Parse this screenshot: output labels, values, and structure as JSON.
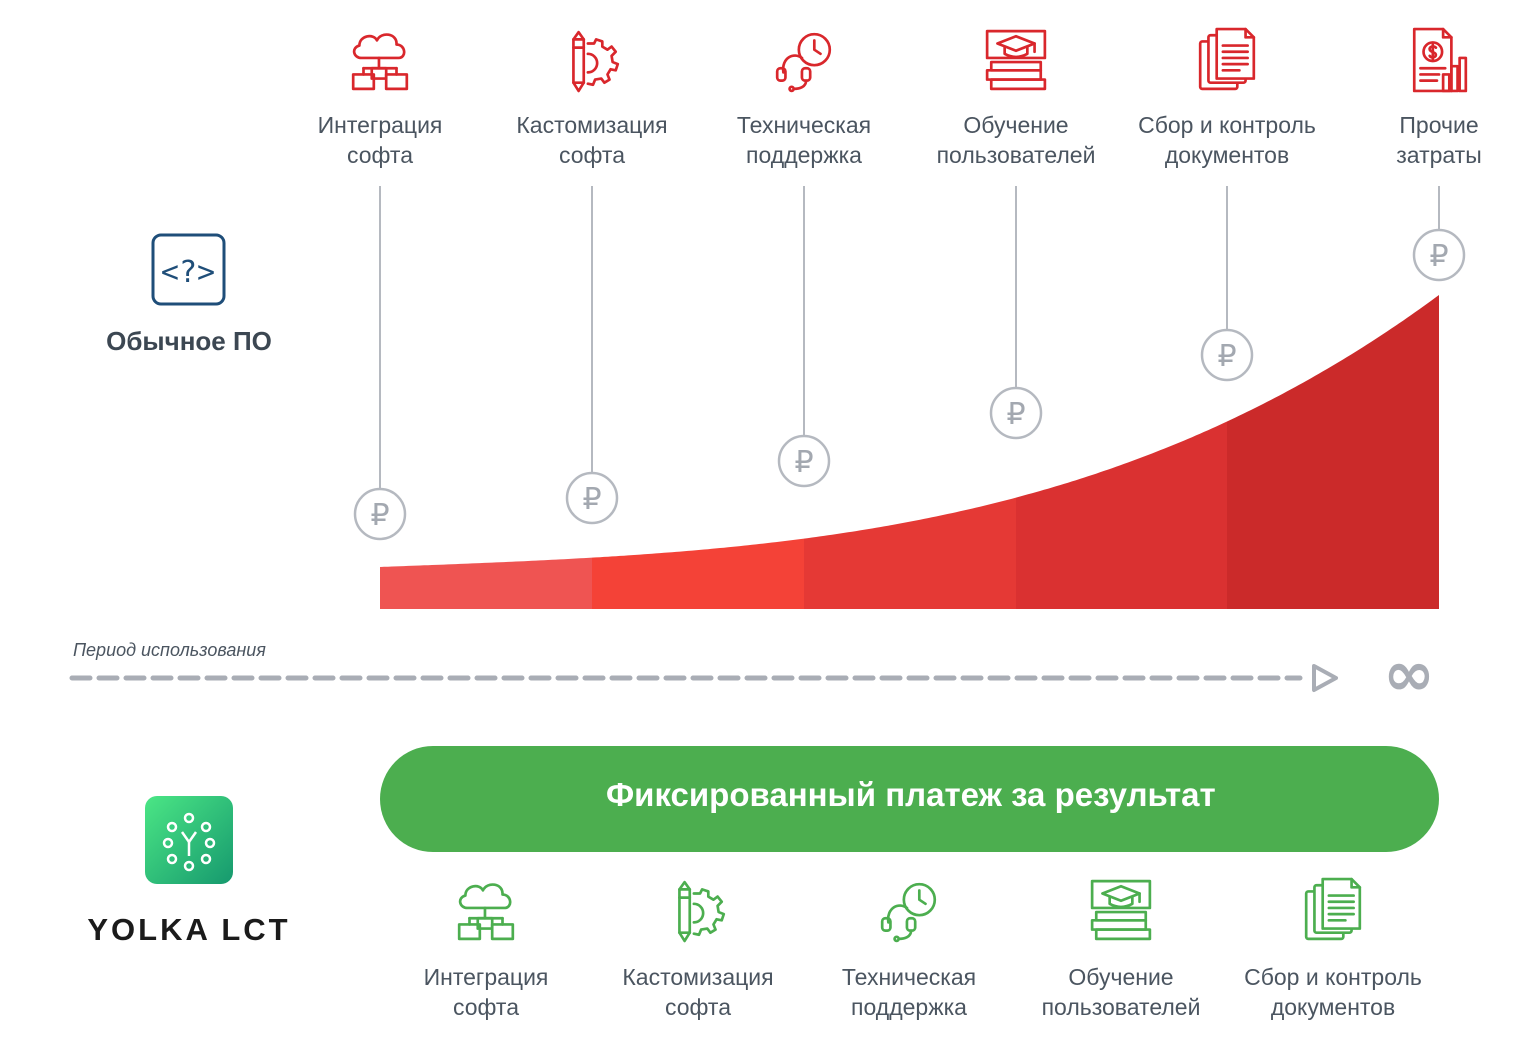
{
  "conventional": {
    "title": "Обычное ПО",
    "cost_items": [
      {
        "icon": "cloud-network-icon",
        "line1": "Интеграция",
        "line2": "софта"
      },
      {
        "icon": "pencil-gear-icon",
        "line1": "Кастомизация",
        "line2": "софта"
      },
      {
        "icon": "headset-clock-icon",
        "line1": "Техническая",
        "line2": "поддержка"
      },
      {
        "icon": "graduation-books-icon",
        "line1": "Обучение",
        "line2": "пользователей"
      },
      {
        "icon": "documents-icon",
        "line1": "Сбор и контроль",
        "line2": "документов"
      },
      {
        "icon": "money-report-icon",
        "line1": "Прочие",
        "line2": "затраты"
      }
    ],
    "currency_symbol": "₽",
    "colors": [
      "#ef5452",
      "#f44237",
      "#e53935",
      "#da3131",
      "#cb2a2a",
      "#c62828"
    ]
  },
  "timeline": {
    "label": "Период использования",
    "end_symbol": "∞"
  },
  "yolka": {
    "name": "YOLKA LCT",
    "payment_label": "Фиксированный платеж за результат",
    "color": "#4cae4f",
    "included_items": [
      {
        "icon": "cloud-network-icon",
        "line1": "Интеграция",
        "line2": "софта"
      },
      {
        "icon": "pencil-gear-icon",
        "line1": "Кастомизация",
        "line2": "софта"
      },
      {
        "icon": "headset-clock-icon",
        "line1": "Техническая",
        "line2": "поддержка"
      },
      {
        "icon": "graduation-books-icon",
        "line1": "Обучение",
        "line2": "пользователей"
      },
      {
        "icon": "documents-icon",
        "line1": "Сбор и контроль",
        "line2": "документов"
      }
    ]
  }
}
